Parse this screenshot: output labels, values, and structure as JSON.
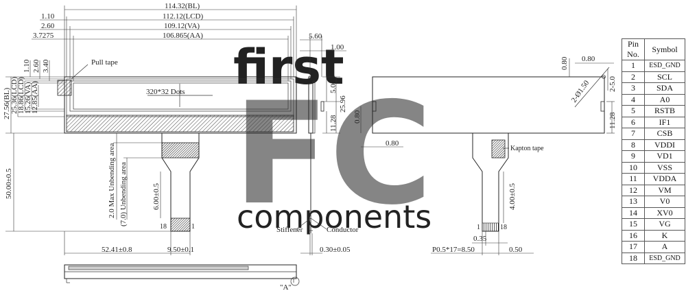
{
  "watermark": {
    "top": "first",
    "big": "FC",
    "bottom": "components"
  },
  "front_view": {
    "dims_top": [
      "114.32(BL)",
      "112.12(LCD)",
      "109.12(VA)",
      "106.865(AA)"
    ],
    "dims_left_offsets": [
      "1.10",
      "2.60",
      "3.7275"
    ],
    "dims_vertical_offsets": [
      "1.10",
      "2.60",
      "3.40"
    ],
    "dims_height": [
      "27.56(BL)",
      "25.36(LCD)",
      "18.86(LCD)",
      "15.26(VA)",
      "12.85(AA)"
    ],
    "pull_tape": "Pull tape",
    "dots": "320*32 Dots",
    "total_height": "50.00±0.5",
    "max_unbending": "2.0 Max Unbending area",
    "unbending": "(7.0) Unbending area",
    "fpc_length": "6.00±0.5",
    "pin_18": "18",
    "pin_1": "1",
    "offset": "52.41±0.8",
    "fpc_width": "9.50±0.1",
    "view_a": "\"A\""
  },
  "side_view": {
    "dims": [
      "5.60",
      "1.00",
      "5.00",
      "25.96",
      "11.28",
      "0.80",
      "0.80"
    ],
    "stiffener": "Stiffener",
    "conductor": "Conductor",
    "thickness": "0.30±0.05"
  },
  "back_view": {
    "dims": [
      "0.80",
      "0.80",
      "2-5.0",
      "2-Ø1.50",
      "11.28"
    ],
    "kapton": "Kapton tape",
    "fpc_length": "4.00±0.5",
    "pin_1": "1",
    "pin_18": "18",
    "pitch_a": "0.35",
    "pitch_total": "P0.5*17=8.50",
    "pitch_b": "0.50"
  },
  "pin_table": {
    "headers": [
      "Pin No.",
      "Symbol"
    ],
    "rows": [
      [
        "1",
        "ESD_GND"
      ],
      [
        "2",
        "SCL"
      ],
      [
        "3",
        "SDA"
      ],
      [
        "4",
        "A0"
      ],
      [
        "5",
        "RSTB"
      ],
      [
        "6",
        "IF1"
      ],
      [
        "7",
        "CSB"
      ],
      [
        "8",
        "VDDI"
      ],
      [
        "9",
        "VD1"
      ],
      [
        "10",
        "VSS"
      ],
      [
        "11",
        "VDDA"
      ],
      [
        "12",
        "VM"
      ],
      [
        "13",
        "V0"
      ],
      [
        "14",
        "XV0"
      ],
      [
        "15",
        "VG"
      ],
      [
        "16",
        "K"
      ],
      [
        "17",
        "A"
      ],
      [
        "18",
        "ESD_GND"
      ]
    ]
  }
}
